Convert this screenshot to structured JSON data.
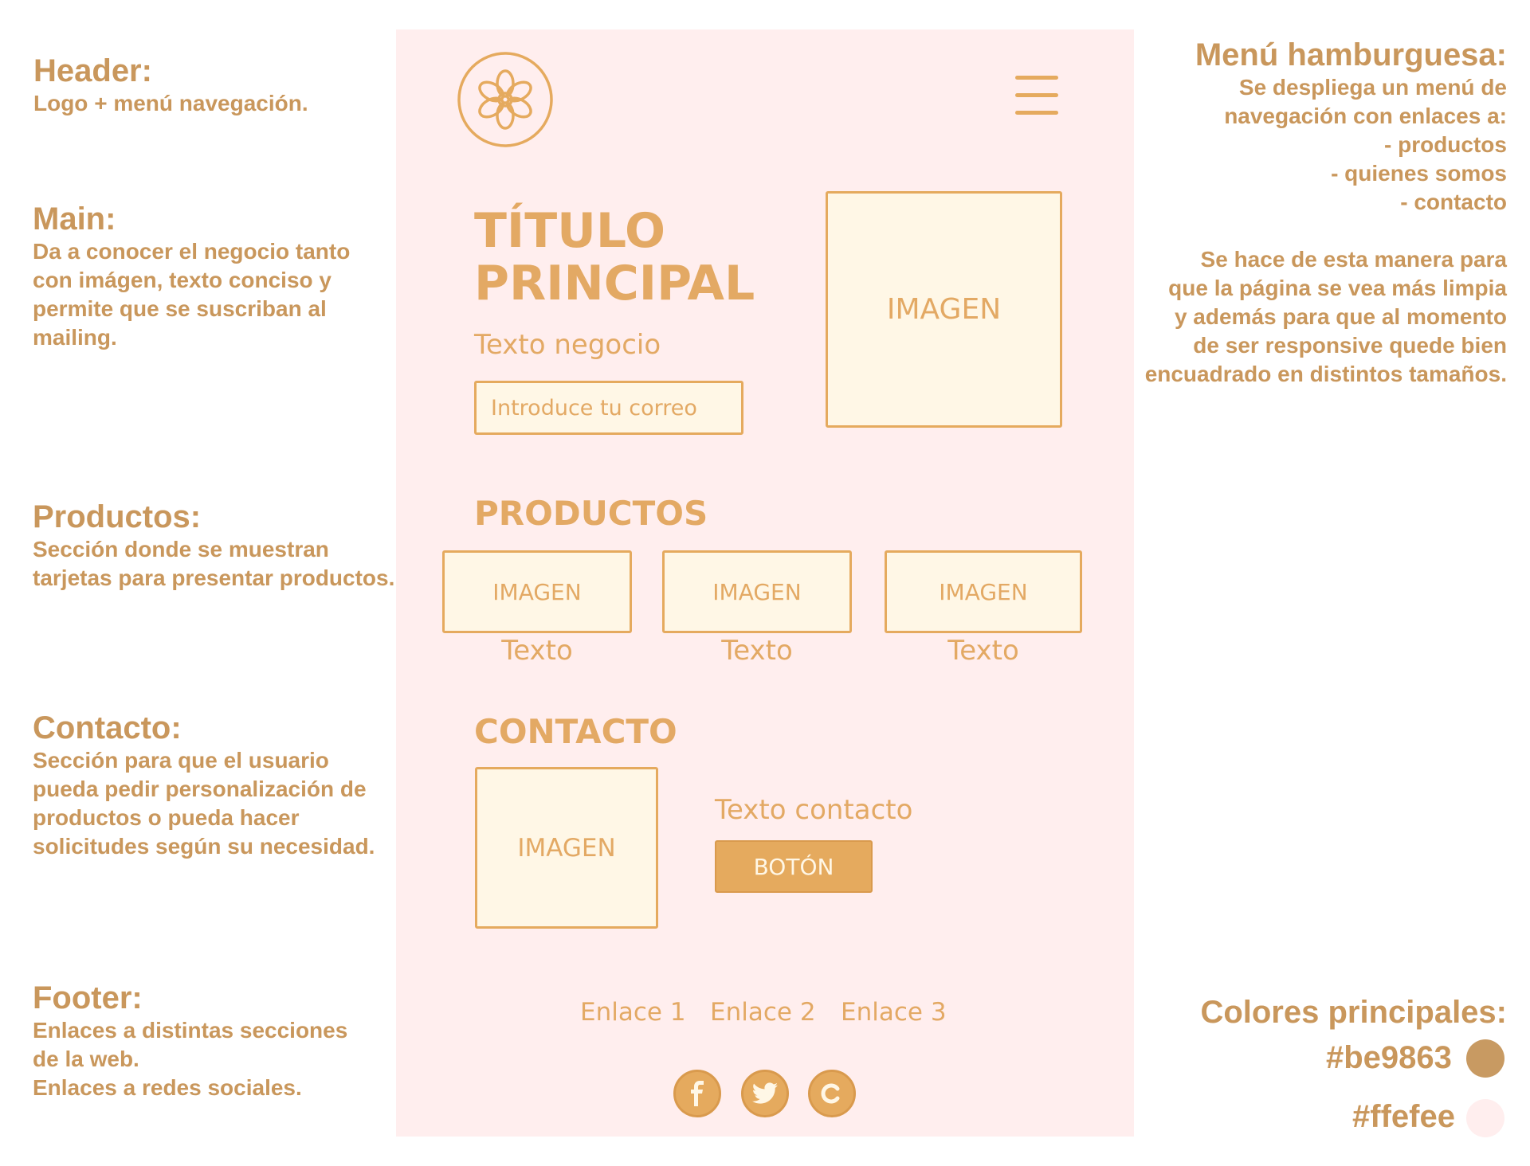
{
  "annotations": {
    "header": {
      "title": "Header:",
      "lines": [
        "Logo + menú navegación."
      ]
    },
    "main": {
      "title": "Main:",
      "lines": [
        "Da a conocer el negocio tanto",
        "con imágen, texto conciso y",
        "permite que se suscriban al",
        "mailing."
      ]
    },
    "productos": {
      "title": "Productos:",
      "lines": [
        "Sección donde se muestran",
        "tarjetas para presentar productos."
      ]
    },
    "contacto": {
      "title": "Contacto:",
      "lines": [
        "Sección para que el usuario",
        "pueda pedir personalización de",
        "productos o pueda hacer",
        "solicitudes según su necesidad."
      ]
    },
    "footer": {
      "title": "Footer:",
      "lines": [
        "Enlaces a distintas secciones",
        "de la web.",
        "Enlaces a redes sociales."
      ]
    },
    "menu": {
      "title": "Menú hamburguesa:",
      "lines": [
        "Se despliega un menú de",
        "navegación con enlaces a:",
        "- productos",
        "- quienes somos",
        "- contacto",
        "",
        "Se hace de esta manera para",
        "que la página se vea más limpia",
        "y además para que al momento",
        "de ser responsive quede bien",
        "encuadrado en distintos tamaños."
      ]
    },
    "colores": {
      "title": "Colores principales:",
      "color1_label": "#be9863",
      "color2_label": "#ffefee",
      "color1": "#c89a62",
      "color2": "#ffeeee"
    }
  },
  "mockup": {
    "logo_icon": "flower-icon",
    "menu_icon": "hamburger-icon",
    "hero": {
      "title_line1": "TÍTULO",
      "title_line2": "PRINCIPAL",
      "text": "Texto negocio",
      "email_placeholder": "Introduce tu correo",
      "image_label": "IMAGEN"
    },
    "products": {
      "heading": "PRODUCTOS",
      "cards": [
        {
          "image": "IMAGEN",
          "text": "Texto"
        },
        {
          "image": "IMAGEN",
          "text": "Texto"
        },
        {
          "image": "IMAGEN",
          "text": "Texto"
        }
      ]
    },
    "contact": {
      "heading": "CONTACTO",
      "image_label": "IMAGEN",
      "text": "Texto contacto",
      "button": "BOTÓN"
    },
    "footer": {
      "links": [
        "Enlace 1",
        "Enlace 2",
        "Enlace 3"
      ],
      "social": [
        "facebook-icon",
        "twitter-icon",
        "copyright-icon"
      ]
    },
    "colors": {
      "accent": "#e5aa5e",
      "background": "#ffeeee",
      "card": "#fff7e6"
    }
  }
}
